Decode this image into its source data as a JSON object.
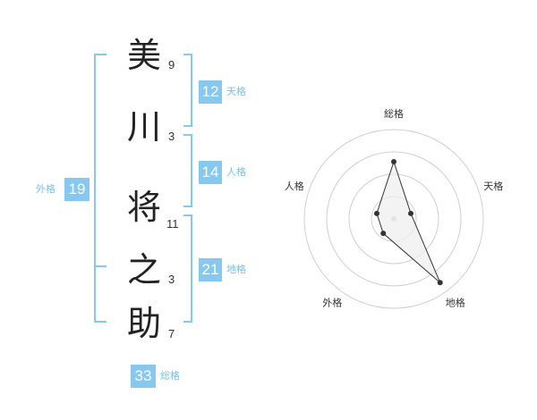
{
  "name": {
    "chars": [
      {
        "char": "美",
        "strokes": "9"
      },
      {
        "char": "川",
        "strokes": "3"
      },
      {
        "char": "将",
        "strokes": "11"
      },
      {
        "char": "之",
        "strokes": "3"
      },
      {
        "char": "助",
        "strokes": "7"
      }
    ]
  },
  "fortunes": {
    "tenkaku": {
      "label": "天格",
      "value": "12"
    },
    "jinkaku": {
      "label": "人格",
      "value": "14"
    },
    "chikaku": {
      "label": "地格",
      "value": "21"
    },
    "gaikaku": {
      "label": "外格",
      "value": "19"
    },
    "soukaku": {
      "label": "総格",
      "value": "33"
    }
  },
  "radar": {
    "axes": [
      "総格",
      "天格",
      "地格",
      "外格",
      "人格"
    ],
    "levels": 4,
    "values": [
      3.2,
      1.0,
      4.4,
      1.0,
      1.0
    ],
    "max": 5,
    "colors": {
      "rings": "#d0d0d0",
      "fill": "#eeeeee",
      "line": "#333333",
      "dot": "#333333"
    }
  }
}
